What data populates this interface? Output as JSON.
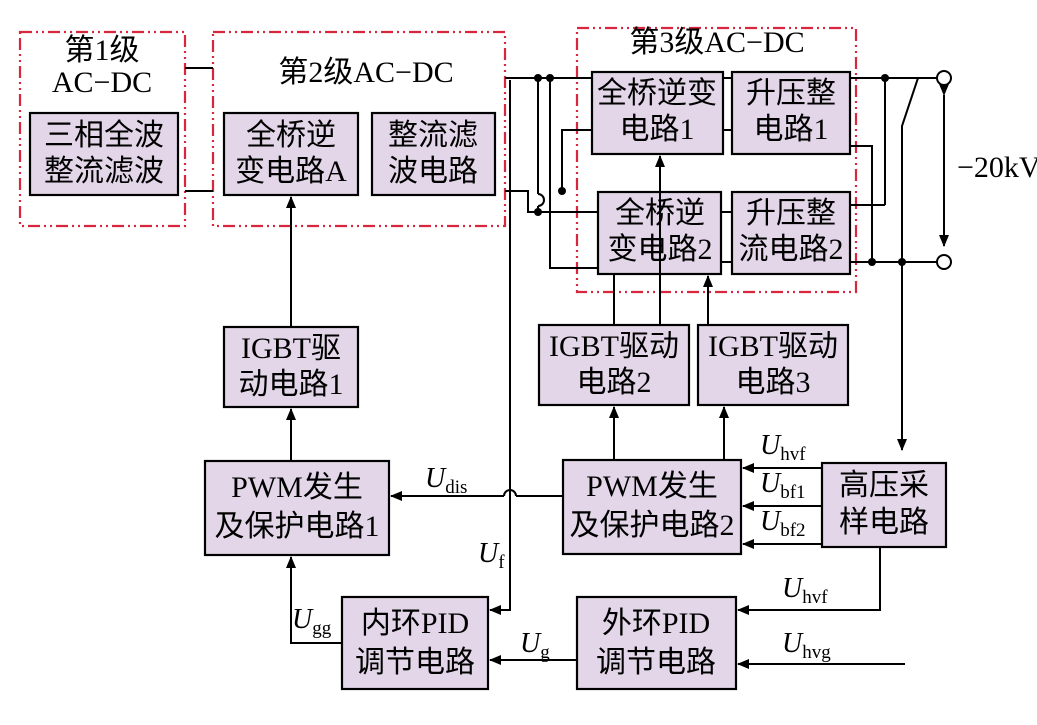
{
  "stages": {
    "stage1": {
      "line1": "第1级",
      "line2": "AC−DC"
    },
    "stage2": {
      "title": "第2级AC−DC"
    },
    "stage3": {
      "title": "第3级AC−DC"
    }
  },
  "blocks": {
    "rectifier": [
      "三相全波",
      "整流滤波"
    ],
    "inverterA": [
      "全桥逆",
      "变电路A"
    ],
    "filter": [
      "整流滤",
      "波电路"
    ],
    "inverter1": [
      "全桥逆变",
      "电路1"
    ],
    "boost1": [
      "升压整",
      "电路1"
    ],
    "inverter2": [
      "全桥逆",
      "变电路2"
    ],
    "boost2": [
      "升压整",
      "流电路2"
    ],
    "igbt1": [
      "IGBT驱",
      "动电路1"
    ],
    "igbt2": [
      "IGBT驱动",
      "电路2"
    ],
    "igbt3": [
      "IGBT驱动",
      "电路3"
    ],
    "pwm1": [
      "PWM发生",
      "及保护电路1"
    ],
    "pwm2": [
      "PWM发生",
      "及保护电路2"
    ],
    "hvsample": [
      "高压采",
      "样电路"
    ],
    "innerpid": [
      "内环PID",
      "调节电路"
    ],
    "outerpid": [
      "外环PID",
      "调节电路"
    ]
  },
  "output_voltage": "−20kV",
  "signals": {
    "u_dis": {
      "base": "U",
      "sub": "dis"
    },
    "u_f": {
      "base": "U",
      "sub": "f"
    },
    "u_gg": {
      "base": "U",
      "sub": "gg"
    },
    "u_g": {
      "base": "U",
      "sub": "g"
    },
    "u_hvf_top": {
      "base": "U",
      "sub": "hvf"
    },
    "u_bf1": {
      "base": "U",
      "sub": "bf1"
    },
    "u_bf2": {
      "base": "U",
      "sub": "bf2"
    },
    "u_hvf_bottom": {
      "base": "U",
      "sub": "hvf"
    },
    "u_hvg": {
      "base": "U",
      "sub": "hvg"
    }
  },
  "colors": {
    "block_fill": "#e2d6e8",
    "frame": "#d7263d",
    "line": "#000000"
  }
}
